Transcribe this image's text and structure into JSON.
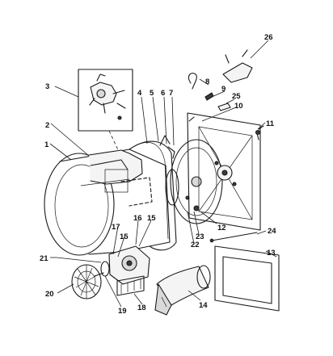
{
  "callouts": [
    {
      "id": "c1",
      "text": "1"
    },
    {
      "id": "c2",
      "text": "2"
    },
    {
      "id": "c3",
      "text": "3"
    },
    {
      "id": "c4",
      "text": "4"
    },
    {
      "id": "c5",
      "text": "5"
    },
    {
      "id": "c6",
      "text": "6"
    },
    {
      "id": "c7",
      "text": "7"
    },
    {
      "id": "c8",
      "text": "8"
    },
    {
      "id": "c9",
      "text": "9"
    },
    {
      "id": "c10",
      "text": "10"
    },
    {
      "id": "c11",
      "text": "11"
    },
    {
      "id": "c12",
      "text": "12"
    },
    {
      "id": "c13",
      "text": "13"
    },
    {
      "id": "c14",
      "text": "14"
    },
    {
      "id": "c15a",
      "text": "15"
    },
    {
      "id": "c15b",
      "text": "15"
    },
    {
      "id": "c16",
      "text": "16"
    },
    {
      "id": "c17",
      "text": "17"
    },
    {
      "id": "c18",
      "text": "18"
    },
    {
      "id": "c19",
      "text": "19"
    },
    {
      "id": "c20",
      "text": "20"
    },
    {
      "id": "c21",
      "text": "21"
    },
    {
      "id": "c22",
      "text": "22"
    },
    {
      "id": "c23",
      "text": "23"
    },
    {
      "id": "c24",
      "text": "24"
    },
    {
      "id": "c25",
      "text": "25"
    },
    {
      "id": "c26",
      "text": "26"
    }
  ]
}
